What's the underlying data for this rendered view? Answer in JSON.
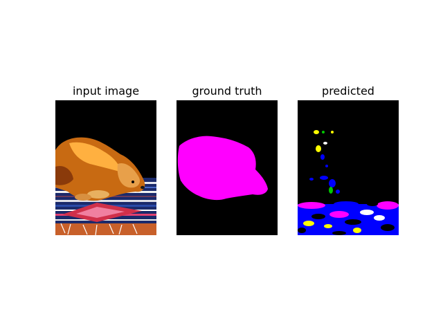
{
  "panels": [
    {
      "title": "input image"
    },
    {
      "title": "ground truth"
    },
    {
      "title": "predicted"
    }
  ],
  "colors": {
    "figure_background": "#ffffff",
    "image_background": "#000000",
    "dog_class": "#ff00ff",
    "class_blue": "#0000ff",
    "class_yellow": "#ffff00",
    "class_green": "#00c800",
    "class_white": "#ffffff"
  }
}
